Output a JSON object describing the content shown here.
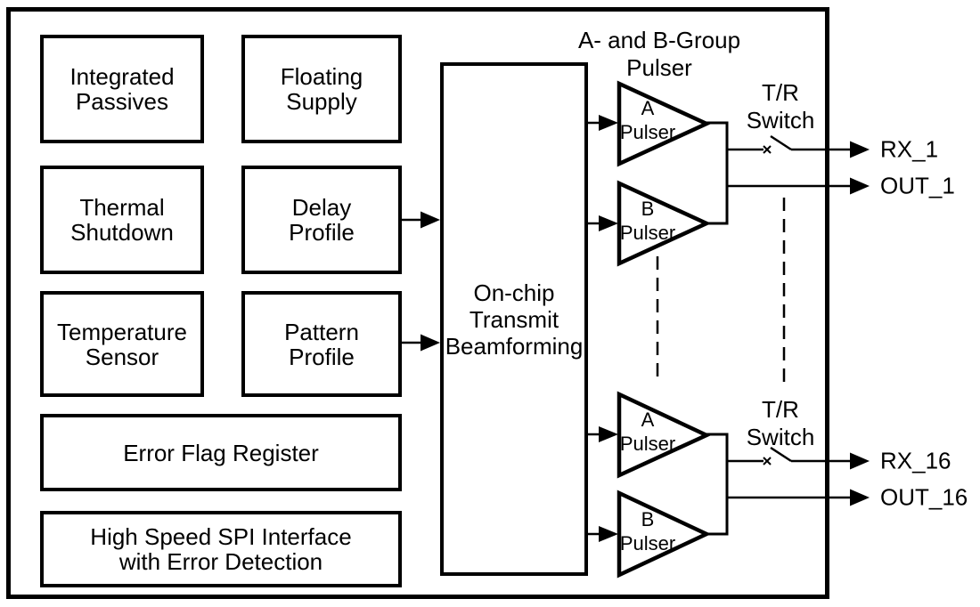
{
  "figure": {
    "background_color": "#ffffff",
    "line_color": "#000000",
    "chip": {
      "blocks": {
        "integrated_passives": {
          "label": "Integrated\nPassives"
        },
        "floating_supply": {
          "label": "Floating\nSupply"
        },
        "thermal_shutdown": {
          "label": "Thermal\nShutdown"
        },
        "delay_profile": {
          "label": "Delay\nProfile"
        },
        "temperature_sensor": {
          "label": "Temperature\nSensor"
        },
        "pattern_profile": {
          "label": "Pattern\nProfile"
        },
        "error_flag_register": {
          "label": "Error Flag Register"
        },
        "spi_interface": {
          "label": "High Speed SPI Interface\nwith Error Detection"
        },
        "beamforming": {
          "label": "On-chip\nTransmit\nBeamforming"
        }
      },
      "pulser_group_title": "A- and B-Group\nPulser",
      "pulsers": {
        "top_a": {
          "label": "A\nPulser"
        },
        "top_b": {
          "label": "B\nPulser"
        },
        "bottom_a": {
          "label": "A\nPulser"
        },
        "bottom_b": {
          "label": "B\nPulser"
        }
      },
      "switches": {
        "top": {
          "label": "T/R\nSwitch"
        },
        "bottom": {
          "label": "T/R\nSwitch"
        }
      },
      "ports": {
        "rx_1": {
          "label": "RX_1"
        },
        "out_1": {
          "label": "OUT_1"
        },
        "rx_16": {
          "label": "RX_16"
        },
        "out_16": {
          "label": "OUT_16"
        }
      }
    }
  }
}
